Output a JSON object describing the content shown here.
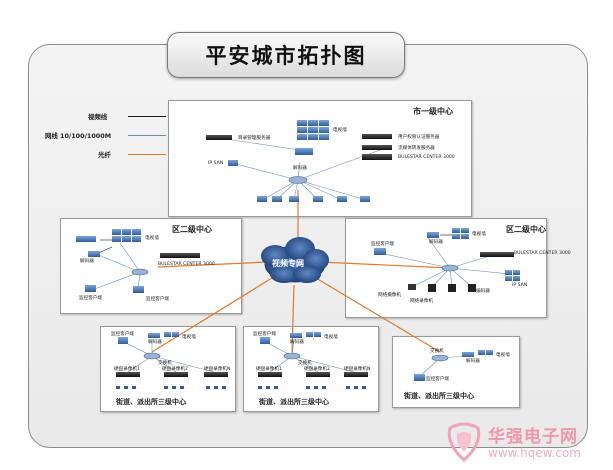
{
  "title": "平安城市拓扑图",
  "legend": [
    {
      "label": "视频线",
      "color": "#1a1a1a"
    },
    {
      "label": "网线 10/100/1000M",
      "color": "#6f8fb6"
    },
    {
      "label": "光纤",
      "color": "#e07a2c"
    }
  ],
  "cloud_label": "视频专网",
  "city_center": {
    "title": "市一级中心",
    "labels": {
      "tv_wall": "电视墙",
      "dir_server": "目录管理服务器",
      "auth_server": "用户权限认证服务器",
      "media_server": "流媒体转发服务器",
      "bluestar": "BULESTAR CENTER 3000",
      "ipsan": "IP SAN",
      "decoder": "解码器"
    }
  },
  "district_left": {
    "title": "区二级中心",
    "labels": {
      "tv_wall": "电视墙",
      "decoder": "解码器",
      "bluestar": "BULESTAR CENTER 3000",
      "client": "监控客户端",
      "client2": "监控客户端"
    }
  },
  "district_right": {
    "title": "区二级中心",
    "labels": {
      "client": "监控客户端",
      "decoder": "解码器",
      "tv_wall": "电视墙",
      "bluestar": "BULESTAR CENTER 3000",
      "net_encoder": "网络摄像机",
      "nvr": "网络录像机",
      "encoder": "编码器",
      "ipsan": "IP SAN"
    }
  },
  "streets": [
    {
      "title": "街道、派出所三级中心",
      "labels": {
        "client": "监控客户端",
        "decoder": "解码器",
        "tv_wall": "电视墙",
        "switch": "交换机",
        "dvr1": "硬盘录像机1",
        "dvr2": "硬盘录像机2",
        "dvrn": "硬盘录像机N"
      }
    },
    {
      "title": "街道、派出所三级中心",
      "labels": {
        "client": "监控客户端",
        "decoder": "解码器",
        "tv_wall": "电视墙",
        "switch": "交换机",
        "dvr1": "硬盘录像机1",
        "dvr2": "硬盘录像机2",
        "dvrn": "硬盘录像机N"
      }
    },
    {
      "title": "街道、派出所三级中心",
      "labels": {
        "switch": "交换机",
        "decoder": "解码器",
        "tv_wall": "电视墙",
        "client": "监控客户端"
      }
    }
  ],
  "watermark": {
    "brand": "华强电子网",
    "url": "www.hqew.com"
  },
  "colors": {
    "fiber": "#e07a2c",
    "network": "#6f8fb6",
    "video": "#1a1a1a",
    "device_blue": "#3b6aa8"
  }
}
